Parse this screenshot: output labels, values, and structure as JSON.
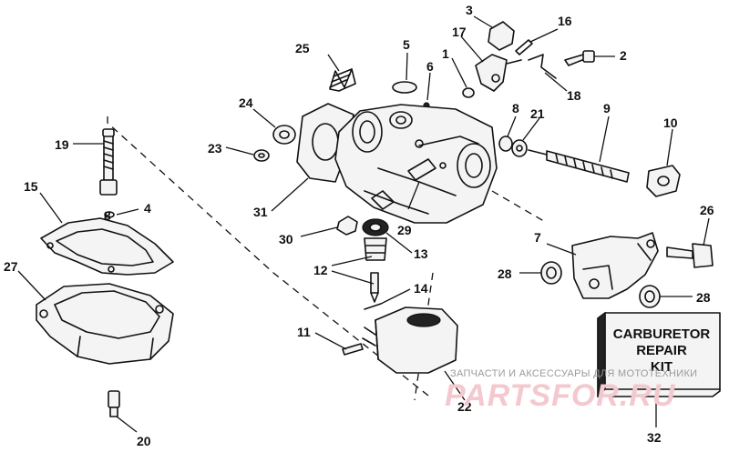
{
  "callouts": {
    "c1": "1",
    "c2": "2",
    "c3": "3",
    "c4": "4",
    "c5": "5",
    "c6": "6",
    "c7": "7",
    "c8a": "8",
    "c8b": "8",
    "c9": "9",
    "c10": "10",
    "c11": "11",
    "c12": "12",
    "c13": "13",
    "c14": "14",
    "c15": "15",
    "c16": "16",
    "c17": "17",
    "c18": "18",
    "c19": "19",
    "c20": "20",
    "c21": "21",
    "c22": "22",
    "c23": "23",
    "c24": "24",
    "c25": "25",
    "c26": "26",
    "c27": "27",
    "c28a": "28",
    "c28b": "28",
    "c29": "29",
    "c30": "30",
    "c31": "31",
    "c32": "32"
  },
  "kit_box": {
    "line1": "CARBURETOR",
    "line2": "REPAIR",
    "line3": "KIT"
  },
  "watermark": {
    "caption": "ЗАПЧАСТИ И АКСЕССУАРЫ ДЛЯ МОТОТЕХНИКИ",
    "brand": "PARTSFOR.RU"
  },
  "colors": {
    "ink": "#111111",
    "watermark_brand": "#f3c9cf",
    "watermark_caption": "#9a9a9a"
  }
}
